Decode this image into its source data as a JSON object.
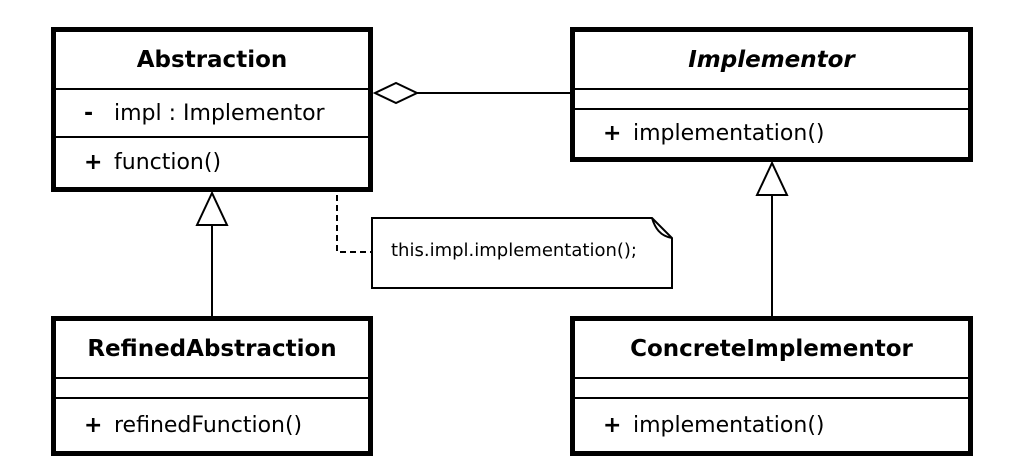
{
  "classes": {
    "abstraction": {
      "name": "Abstraction",
      "attribute": {
        "visibility": "-",
        "text": "impl : Implementor"
      },
      "operation": {
        "visibility": "+",
        "text": "function()"
      }
    },
    "implementor": {
      "name": "Implementor",
      "operation": {
        "visibility": "+",
        "text": "implementation()"
      }
    },
    "refined_abstraction": {
      "name": "RefinedAbstraction",
      "operation": {
        "visibility": "+",
        "text": "refinedFunction()"
      }
    },
    "concrete_implementor": {
      "name": "ConcreteImplementor",
      "operation": {
        "visibility": "+",
        "text": "implementation()"
      }
    }
  },
  "note": {
    "text": "this.impl.implementation();"
  },
  "relations": [
    {
      "type": "aggregation",
      "from": "abstraction",
      "to": "implementor"
    },
    {
      "type": "generalization",
      "from": "refined_abstraction",
      "to": "abstraction"
    },
    {
      "type": "generalization",
      "from": "concrete_implementor",
      "to": "implementor"
    },
    {
      "type": "note-anchor",
      "from": "note",
      "to": "abstraction.operation"
    }
  ],
  "colors": {
    "stroke": "#000000",
    "fill": "#ffffff"
  }
}
